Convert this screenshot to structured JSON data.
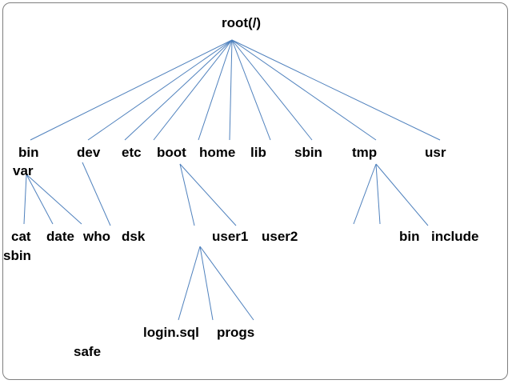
{
  "nodes": {
    "root": "root(/)",
    "bin": "bin",
    "dev": "dev",
    "etc": "etc",
    "boot": "boot",
    "home": "home",
    "lib": "lib",
    "sbin": "sbin",
    "tmp": "tmp",
    "usr": "usr",
    "var": "var",
    "cat": "cat",
    "date": "date",
    "who": "who",
    "dsk": "dsk",
    "user1": "user1",
    "user2": "user2",
    "tmp_bin": "bin",
    "include": "include",
    "sbin2": "sbin",
    "login": "login.sql",
    "progs": "progs",
    "safe": "safe"
  }
}
